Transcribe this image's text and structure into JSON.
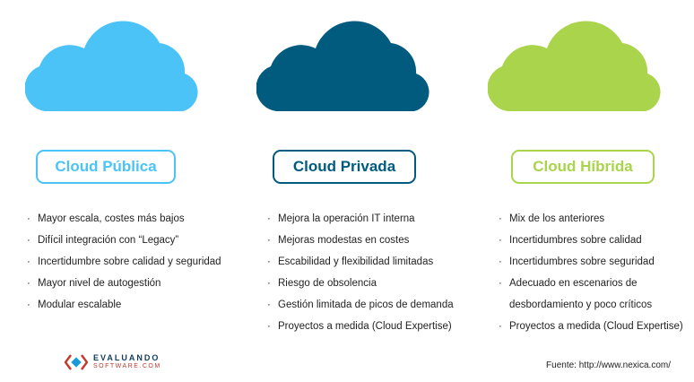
{
  "columns": [
    {
      "title": "Cloud Pública",
      "color": "#4bc3f7",
      "items": [
        "Mayor escala, costes más bajos",
        "Difícil integración con “Legacy”",
        "Incertidumbre sobre calidad y seguridad",
        "Mayor nivel de autogestión",
        "Modular escalable"
      ]
    },
    {
      "title": "Cloud Privada",
      "color": "#005b7f",
      "items": [
        "Mejora la operación IT interna",
        "Mejoras modestas en costes",
        "Escabilidad y flexibilidad limitadas",
        "Riesgo de obsolencia",
        "Gestión limitada de picos de demanda",
        "Proyectos a medida (Cloud Expertise)"
      ]
    },
    {
      "title": "Cloud Híbrida",
      "color": "#a9d44b",
      "items": [
        "Mix de los anteriores",
        "Incertidumbres sobre calidad",
        "Incertidumbres sobre seguridad",
        "Adecuado en escenarios de",
        "desbordamiento y poco críticos",
        "Proyectos a medida (Cloud Expertise)"
      ]
    }
  ],
  "bullet": "·",
  "logo": {
    "line1": "EVALUANDO",
    "line2": "SOFTWARE.COM"
  },
  "source": "Fuente: http://www.nexica.com/"
}
